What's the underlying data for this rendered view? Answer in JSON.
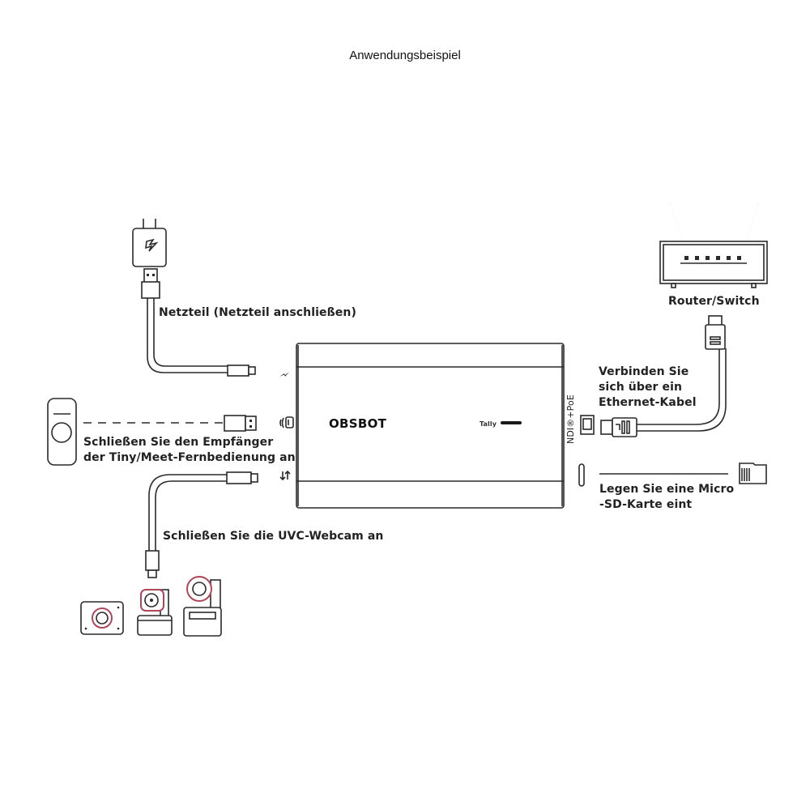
{
  "title": "Anwendungsbeispiel",
  "device": {
    "brand": "OBSBOT",
    "tally_label": "Tally",
    "port_label": "NDI®+PoE"
  },
  "labels": {
    "power": "Netzteil (Netzteil anschließen)",
    "receiver_line1": "Schließen Sie den Empfänger",
    "receiver_line2": "der Tiny/Meet-Fernbedienung an",
    "webcam": "Schließen Sie die UVC-Webcam an",
    "router": "Router/Switch",
    "ethernet_line1": "Verbinden Sie",
    "ethernet_line2": "sich über ein",
    "ethernet_line3": "Ethernet-Kabel",
    "sd_line1": "Legen Sie eine Micro",
    "sd_line2": "-SD-Karte eint"
  },
  "icons": {
    "power_port": "lightning-icon",
    "receiver_port": "wireless-receiver-icon",
    "usb_port": "data-transfer-icon",
    "router": "router-icon",
    "remote": "remote-control-icon",
    "sd_card": "micro-sd-card-icon",
    "webcams": [
      "webcam-meet-icon",
      "webcam-tiny-icon",
      "webcam-tail-icon"
    ]
  },
  "accent_color": "#b0485a"
}
